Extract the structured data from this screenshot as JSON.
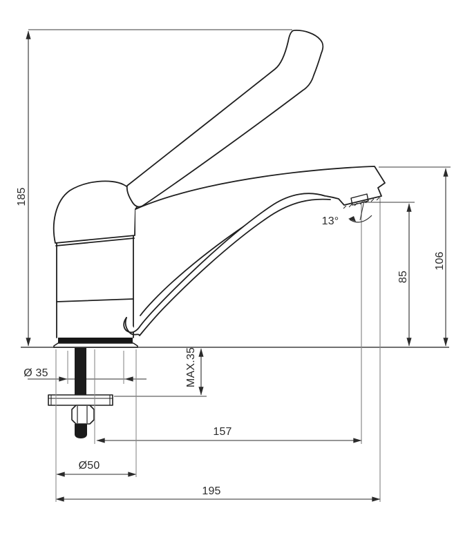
{
  "drawing": {
    "subject": "single-lever-elbow-handle-sink-mixer-side-view",
    "labels": {
      "total_height": "185",
      "spout_top_height": "106",
      "outlet_height": "85",
      "outlet_angle": "13°",
      "body_hole_diameter": "Ø 35",
      "max_deck_thickness": "MAX.35",
      "outlet_reach": "157",
      "base_diameter": "Ø50",
      "overall_reach": "195"
    },
    "colors": {
      "outline": "#1f1f1f",
      "dimension": "#2b2b2b",
      "extension": "#8a8a8a",
      "deck": "#6f6f6f",
      "background": "#ffffff"
    }
  }
}
